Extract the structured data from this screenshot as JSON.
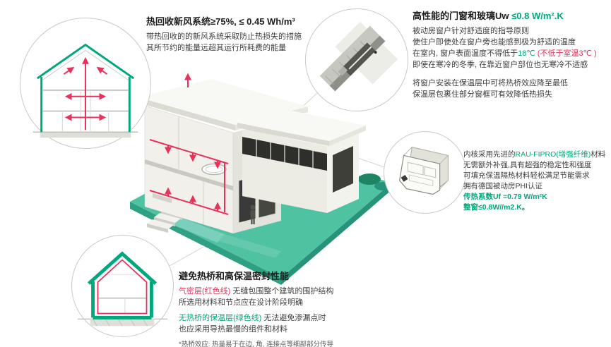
{
  "colors": {
    "green": "#00A87B",
    "red": "#E8315B",
    "teal": "#4FC2A2",
    "text": "#3E3E3E"
  },
  "callouts": {
    "ventilation": {
      "title": "热回收新风系统≥75%, ≤ 0.45 Wh/m³",
      "line1": "带热回收的的新风系统采取防止热损失的措施",
      "line2": "其所节约的能量远超其运行所耗费的能量"
    },
    "windows": {
      "title_pre": "高性能的门窗和玻璃Uw ",
      "title_value": "≤0.8 W/m².K",
      "line1": "被动房窗户针对舒适度的指导原则",
      "line2": "使住户即使处在窗户旁也能感到极为舒适的温度",
      "line3_pre": "在室内, 窗户表面温度不得低于",
      "line3_temp": "18℃",
      "line3_note": " (不低于室温3℃ )",
      "line4": "即使在寒冷的冬季, 在靠近窗户部位也无寒冷不适感",
      "line5": "将窗户安装在保温层中可将热桥效应降至最低",
      "line6": "保温层包裹住部分窗框可有效降低热损失"
    },
    "profile": {
      "line1_pre": "内核采用先进的",
      "line1_material": "RAU-FIPRO(增强纤维)",
      "line1_post": "材料",
      "line2": "无需额外补强,具有超强的稳定性和强度",
      "line3": "可填充保温隔热材料轻松满足节能需求",
      "line4": "拥有德国被动房PHI认证",
      "line5": "传热系数Uf =0.79 W/m²K",
      "line6": "整窗≤0.8W//m2.K。"
    },
    "thermal": {
      "title": "避免热桥和高保温密封性能",
      "line1_label": "气密层(红色线)",
      "line1_rest": " 无缝包围整个建筑的围护结构",
      "line2": "所选用材料和节点应在设计阶段明确",
      "line3_label": "无热桥的保温层(绿色线)",
      "line3_rest": " 无法避免渗漏点时",
      "line4": "也应采用导热最慢的组件和材料",
      "note": "*热桥效应: 热量易于在边, 角, 连接点等细部部分传导"
    }
  }
}
